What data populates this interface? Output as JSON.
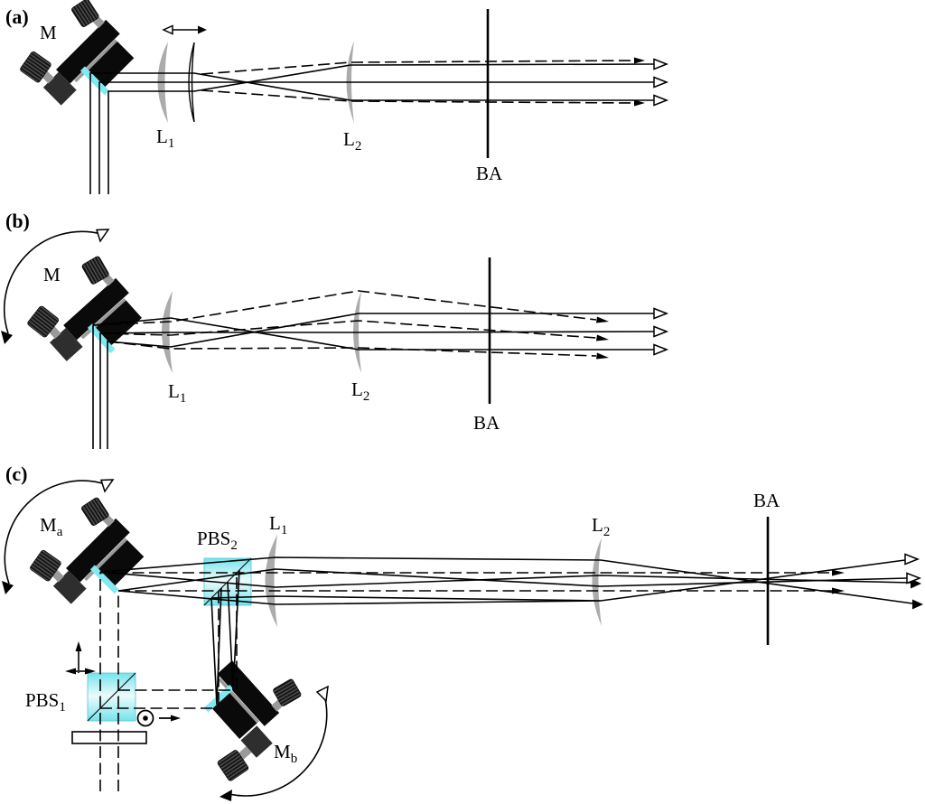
{
  "figure": {
    "title": "Beam-steering optical setup schematic",
    "colors": {
      "mirror_face": "#80EAF0",
      "pbs_edge": "#76E3EC",
      "pbs_mid": "#EDFBFC",
      "lens_gray": "#ABABAB",
      "label_gray": "#9B9B9B",
      "black": "#000000"
    },
    "icons": {
      "translate_arrow": "↔",
      "rotate_arrow": "↺",
      "polarization_out_of_plane": "⊙",
      "polarization_in_plane": "→"
    },
    "panels": {
      "a": {
        "tag": "(a)",
        "mirror_label": "M",
        "lens1": {
          "base": "L",
          "sub": "1"
        },
        "lens2": {
          "base": "L",
          "sub": "2"
        },
        "aperture_label": "BA"
      },
      "b": {
        "tag": "(b)",
        "mirror_label": "M",
        "lens1": {
          "base": "L",
          "sub": "1"
        },
        "lens2": {
          "base": "L",
          "sub": "2"
        },
        "aperture_label": "BA"
      },
      "c": {
        "tag": "(c)",
        "mirror_a": {
          "base": "M",
          "sub": "a"
        },
        "mirror_b": {
          "base": "M",
          "sub": "b"
        },
        "pbs1": {
          "base": "PBS",
          "sub": "1"
        },
        "pbs2": {
          "base": "PBS",
          "sub": "2"
        },
        "lens1": {
          "base": "L",
          "sub": "1"
        },
        "lens2": {
          "base": "L",
          "sub": "2"
        },
        "aperture_label": "BA"
      }
    }
  }
}
